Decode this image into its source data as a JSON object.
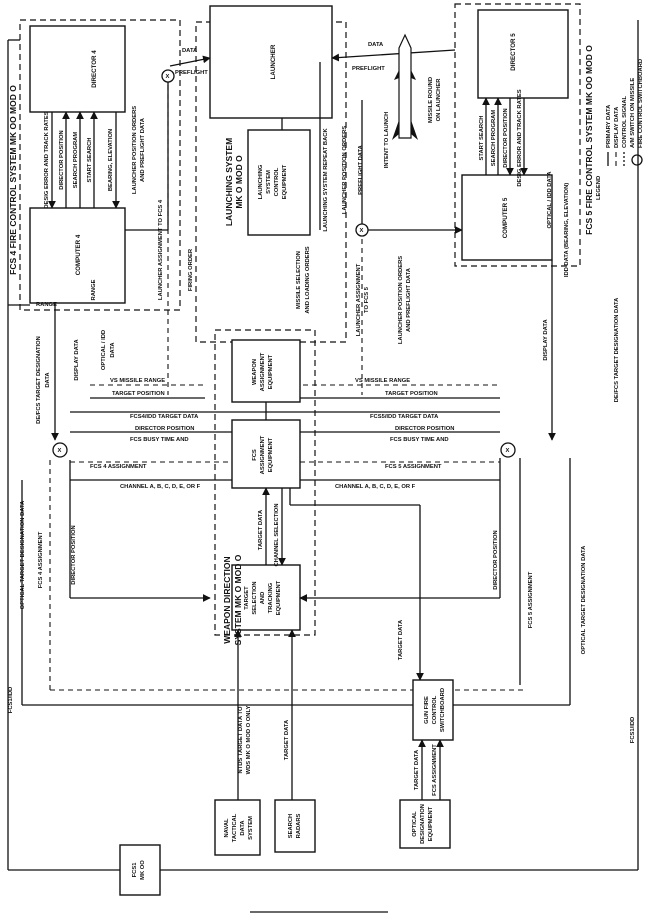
{
  "fcs4": {
    "title": "FCS 4 FIRE CONTROL SYSTEM MK OO MOD O",
    "director": "DIRECTOR 4",
    "computer": "COMPUTER 4",
    "sig_desig": "DESIG ERROR AND TRACK RATES",
    "sig_director_pos": "DIRECTOR POSITION",
    "sig_search_prog": "SEARCH PROGRAM",
    "sig_start_search": "START SEARCH",
    "sig_bearing": "BEARING, ELEVATION"
  },
  "fcs5": {
    "title": "FCS 5 FIRE CONTROL SYSTEM MK OO MOD O",
    "director": "DIRECTOR 5",
    "computer": "COMPUTER 5",
    "sig_start_search": "START SEARCH",
    "sig_search_prog": "SEARCH PROGRAM",
    "sig_director_pos": "DIRECTOR POSITION",
    "sig_desig": "DESIG ERROR AND TRACK RATES",
    "sig_optical_idd": "OPTICAL / IDD DATA",
    "sig_idd_data": "IDD DATA (BEARING, ELEVATION)"
  },
  "launching": {
    "title_1": "LAUNCHING SYSTEM",
    "title_2": "MK O MOD O",
    "launcher": "LAUNCHER",
    "control_1": "LAUNCHING",
    "control_2": "SYSTEM",
    "control_3": "CONTROL",
    "control_4": "EQUIPMENT",
    "missile_1": "MISSILE ROUND",
    "missile_2": "ON LAUNCHER",
    "intent": "INTENT TO LAUNCH",
    "data_left": "DATA",
    "preflight_left": "PREFLIGHT",
    "data_right": "DATA",
    "preflight_right": "PREFLIGHT",
    "launcher_orders": "LAUNCHER POSITION ORDERS",
    "preflight_data": "PREFLIGHT DATA",
    "firing_order": "FIRING ORDER",
    "missile_sel_1": "MISSILE SELECTION",
    "missile_sel_2": "AND LOADING ORDERS",
    "repeat_back": "LAUNCHING SYSTEM REPEAT BACK",
    "assign_fcs5_1": "LAUNCHER ASSIGNMENT",
    "assign_fcs5_2": "TO FCS 5",
    "assign_fcs4": "LAUNCHER ASSIGNMENT TO FCS 4",
    "orders4_1": "LAUNCHER POSITION ORDERS",
    "orders4_2": "AND PREFLIGHT DATA",
    "orders5_1": "LAUNCHER POSITION ORDERS",
    "orders5_2": "AND PREFLIGHT DATA"
  },
  "wds": {
    "title_1": "WEAPON DIRECTION",
    "title_2": "SYSTEM MK O MOD O",
    "weapon_assign_1": "WEAPON",
    "weapon_assign_2": "ASSIGNMENT",
    "weapon_assign_3": "EQUIPMENT",
    "fcs_assign_1": "FCS",
    "fcs_assign_2": "ASSIGNMENT",
    "fcs_assign_3": "EQUIPMENT",
    "target_sel_1": "TARGET",
    "target_sel_2": "SELECTION",
    "target_sel_3": "AND",
    "target_sel_4": "TRACKING",
    "target_sel_5": "EQUIPMENT",
    "target_data": "TARGET DATA",
    "channel_selection": "CHANNEL SELECTION"
  },
  "buses": {
    "vs_range_left": "VS MISSILE RANGE",
    "vs_range_right": "VS MISSILE RANGE",
    "target_pos_left": "TARGET POSITION",
    "target_pos_right": "TARGET POSITION",
    "fcs4_idd": "FCS4/IDD TARGET DATA",
    "fcs5_idd": "FCS5/IDD TARGET DATA",
    "busy_left": "FCS BUSY TIME AND",
    "busy_right": "FCS BUSY TIME AND",
    "dir_pos_left": "DIRECTOR POSITION",
    "dir_pos_right": "DIRECTOR POSITION",
    "fcs4_assign": "FCS 4 ASSIGNMENT",
    "fcs5_assign": "FCS 5 ASSIGNMENT",
    "channel_left": "CHANNEL A, B, C, D, E, OR F",
    "channel_right": "CHANNEL A, B, C, D, E, OR F"
  },
  "left_side": {
    "range_top": "RANGE",
    "display_data": "DISPLAY DATA",
    "optical_idd_1": "OPTICAL / IDD",
    "optical_idd_2": "DATA",
    "range_low": "RANGE",
    "de_fcs_1": "DE/FCS TARGET DESIGNATION",
    "de_fcs_2": "DATA",
    "optical_target": "OPTICAL TARGET DESIGNATION DATA",
    "fcs4_assignment": "FCS 4 ASSIGNMENT",
    "director_position": "DIRECTOR POSITION",
    "fcs1_idd": "FCS1/IDD"
  },
  "right_side": {
    "display_data": "DISPLAY DATA",
    "de_fcs": "DE/FCS TARGET DESIGNATION DATA",
    "director_position": "DIRECTOR POSITION",
    "fcs5_assignment": "FCS 5 ASSIGNMENT",
    "optical_target": "OPTICAL TARGET DESIGNATION DATA",
    "fcs1_idd": "FCS1/IDD"
  },
  "bottom": {
    "ntds_1": "NAVAL",
    "ntds_2": "TACTICAL",
    "ntds_3": "DATA",
    "ntds_4": "SYSTEM",
    "ntds_label_1": "NTDS TARGET DATA TO",
    "ntds_label_2": "WDS MK O MOD O ONLY",
    "radar_1": "SEARCH",
    "radar_2": "RADARS",
    "radar_label": "TARGET DATA",
    "optical_1": "OPTICAL",
    "optical_2": "DESIGNATION",
    "optical_3": "EQUIPMENT",
    "optical_target_data": "TARGET DATA",
    "optical_fcs_assign": "FCS ASSIGNMENT",
    "gun_1": "GUN FIRE",
    "gun_2": "CONTROL",
    "gun_3": "SWITCHBOARD",
    "target_data_mid": "TARGET DATA",
    "fcs1_1": "FCS1",
    "fcs1_2": "MK OO"
  },
  "legend": {
    "title": "LEGEND",
    "primary": "PRIMARY DATA",
    "display": "DISPLAY DATA",
    "control": "CONTROL SIGNAL",
    "switch": "A/M SWITCH ON MISSILE",
    "switch_mark": "X",
    "fire_control": "FIRE CONTROL SWITCHBOARD"
  }
}
